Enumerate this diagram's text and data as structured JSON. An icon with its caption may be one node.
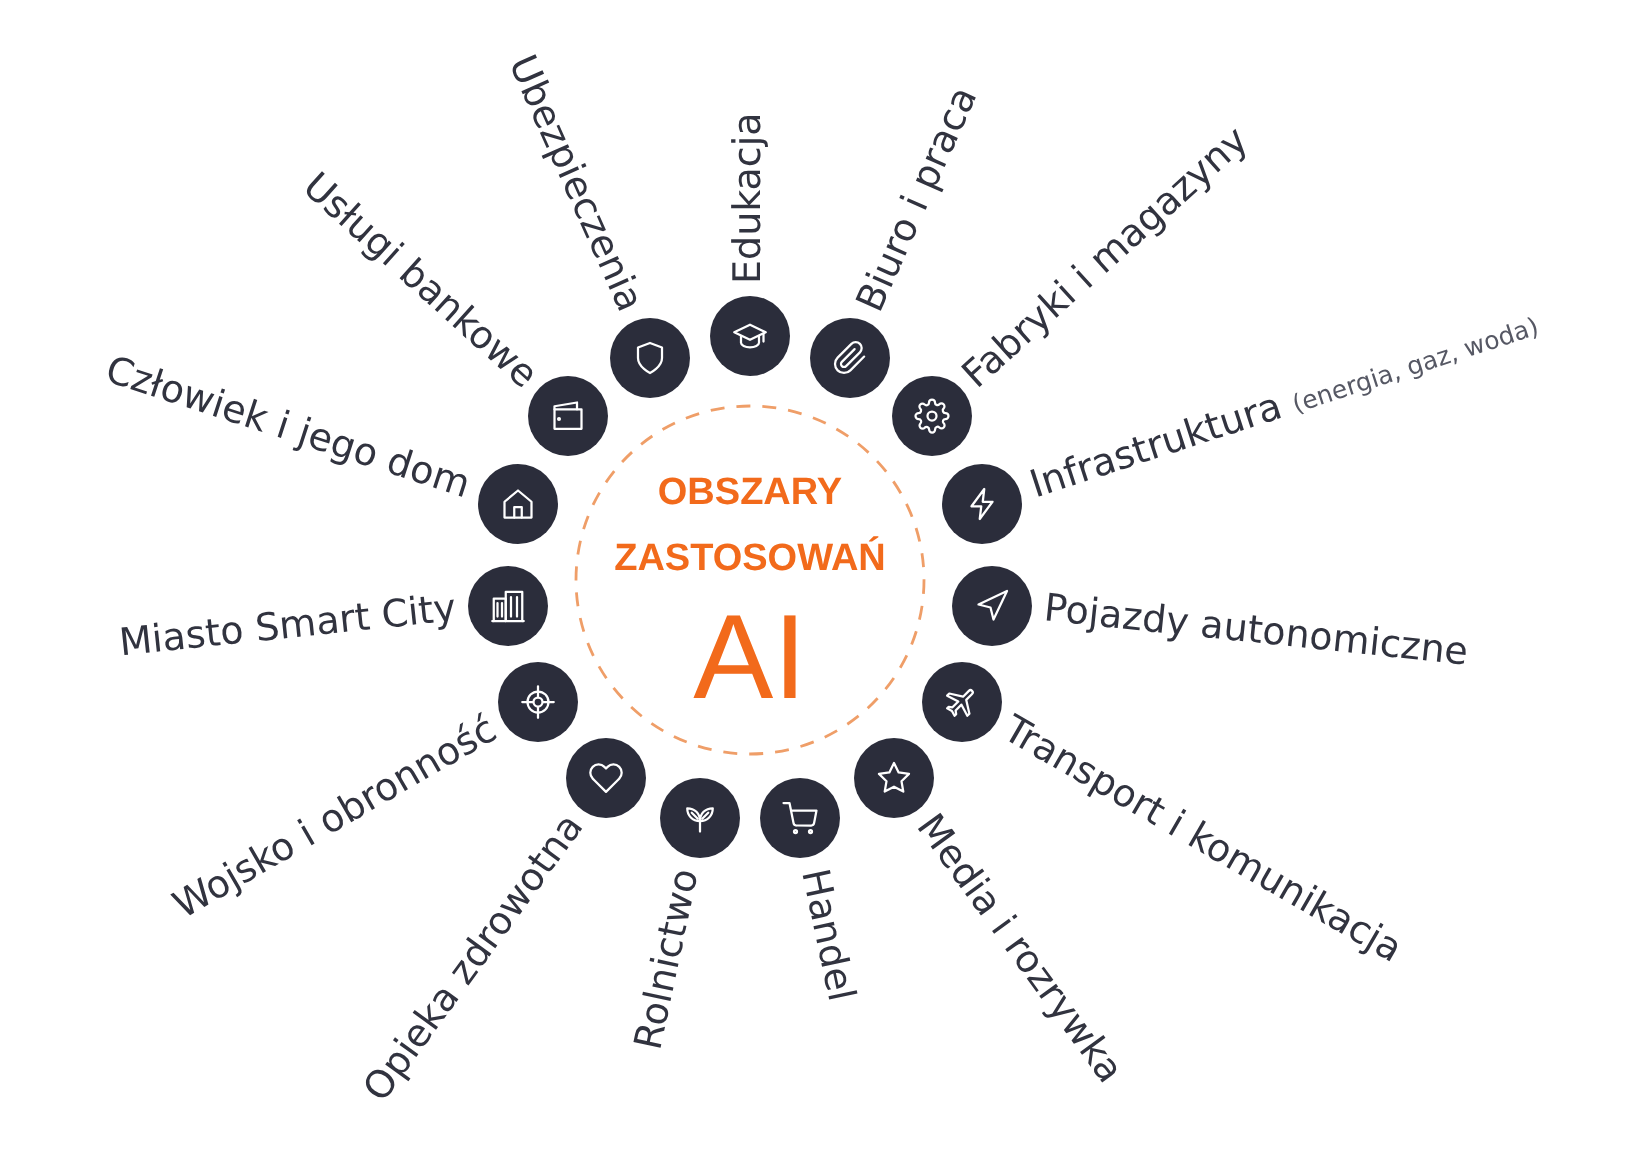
{
  "diagram": {
    "nodes": [
      {
        "text": [
          "OBSZARY ZASTOSOWAŃ",
          "AI"
        ]
      },
      {
        "text": [
          "Ubezpieczenia"
        ]
      },
      {
        "text": [
          "Edukacja"
        ]
      },
      {
        "text": [
          "Biuro i praca"
        ]
      },
      {
        "text": [
          "Fabryki i magazyny"
        ]
      },
      {
        "text": [
          "Infrastruktura",
          "(energia, gaz, woda)"
        ]
      },
      {
        "text": [
          "Pojazdy autonomiczne"
        ]
      },
      {
        "text": [
          "Transport i komunikacja"
        ]
      },
      {
        "text": [
          "Media i rozrywka"
        ]
      },
      {
        "text": [
          "Handel"
        ]
      },
      {
        "text": [
          "Rolnictwo"
        ]
      },
      {
        "text": [
          "Opieka zdrowotna"
        ]
      },
      {
        "text": [
          "Wojsko i obronność"
        ]
      },
      {
        "text": [
          "Miasto Smart City"
        ]
      },
      {
        "text": [
          "Człowiek i jego dom"
        ]
      },
      {
        "text": [
          "Usługi bankowe"
        ]
      }
    ]
  }
}
